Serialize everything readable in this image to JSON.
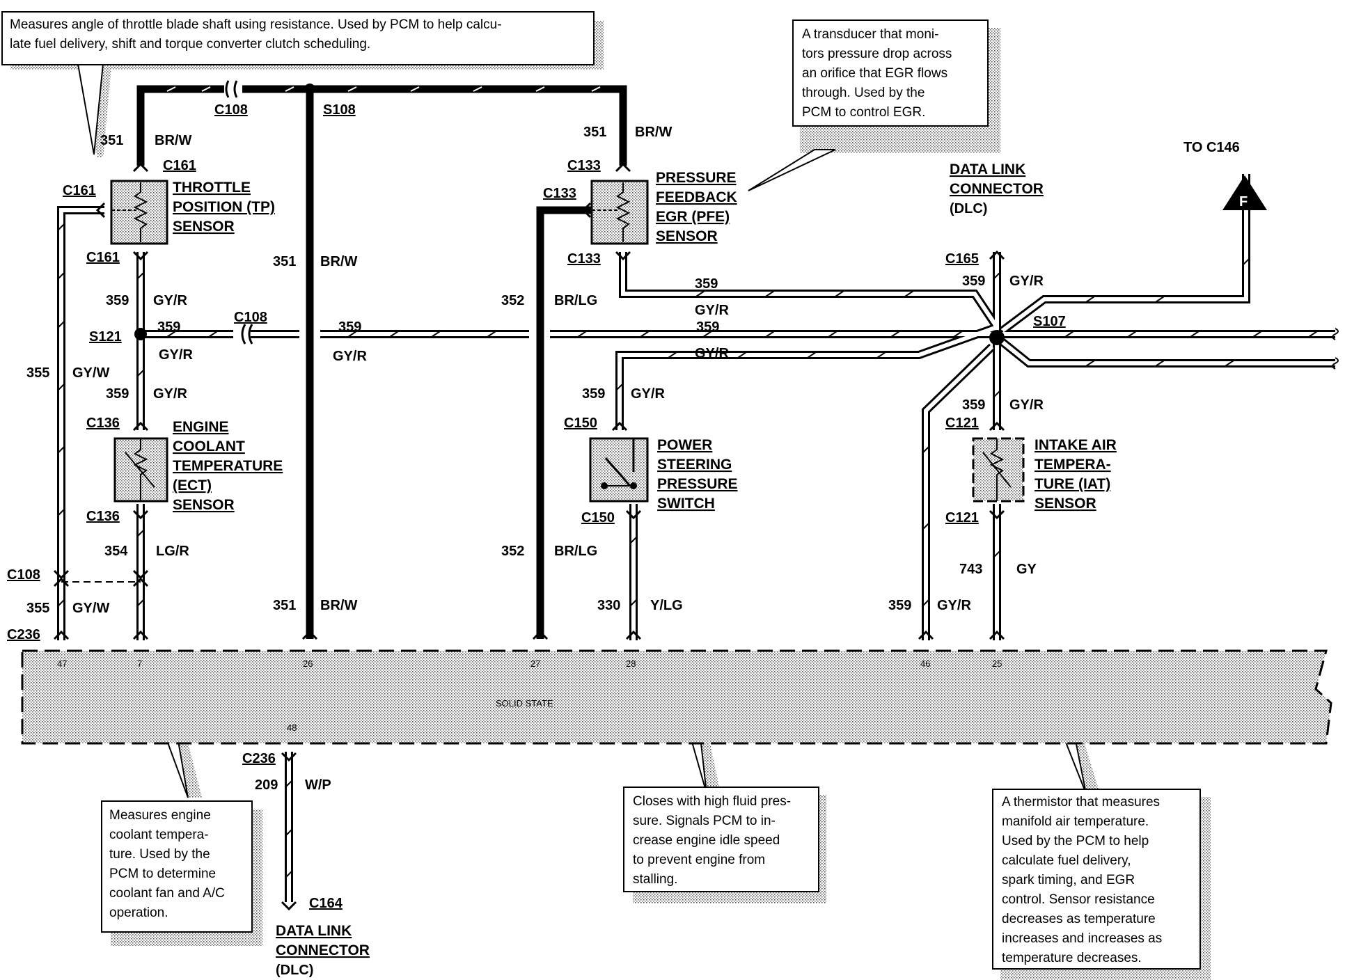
{
  "notes": {
    "tp": [
      "Measures angle of throttle blade shaft using resistance. Used by PCM to help calcu-",
      "late fuel delivery, shift and torque converter clutch scheduling."
    ],
    "pfe": [
      "A transducer that moni-",
      "tors pressure drop across",
      "an orifice that EGR flows",
      "through. Used by the",
      "PCM to control EGR."
    ],
    "ect": [
      "Measures engine",
      "coolant tempera-",
      "ture.  Used by the",
      "PCM to determine",
      "coolant fan and A/C",
      "operation."
    ],
    "pss": [
      "Closes with high fluid pres-",
      "sure.  Signals PCM to in-",
      "crease engine idle speed",
      "to prevent engine from",
      "stalling."
    ],
    "iat": [
      "A thermistor that measures",
      "manifold air temperature.",
      "Used by the PCM to help",
      "calculate fuel delivery,",
      "spark timing, and EGR",
      "control.  Sensor resistance",
      "decreases as temperature",
      "increases and increases as",
      "temperature decreases."
    ]
  },
  "components": {
    "tp": [
      "THROTTLE",
      "POSITION (TP)",
      "SENSOR"
    ],
    "pfe": [
      "PRESSURE",
      "FEEDBACK",
      "EGR (PFE)",
      "SENSOR"
    ],
    "ect": [
      "ENGINE",
      "COOLANT",
      "TEMPERATURE",
      "(ECT)",
      "SENSOR"
    ],
    "pss": [
      "POWER",
      "STEERING",
      "PRESSURE",
      "SWITCH"
    ],
    "iat": [
      "INTAKE AIR",
      "TEMPERA-",
      "TURE (IAT)",
      "SENSOR"
    ],
    "dlc_top": [
      "DATA LINK",
      "CONNECTOR",
      "(DLC)"
    ],
    "dlc_bottom": [
      "DATA LINK",
      "CONNECTOR",
      "(DLC)"
    ],
    "pcm": "SOLID STATE",
    "to_c146": "TO C146",
    "offpage": "F"
  },
  "connectors": {
    "c108_top": "C108",
    "s108": "S108",
    "c161_top": "C161",
    "c161_left": "C161",
    "c161_bot": "C161",
    "c133_top": "C133",
    "c133_left": "C133",
    "c133_bot": "C133",
    "c165": "C165",
    "s107": "S107",
    "s121": "S121",
    "c108_mid": "C108",
    "c136_top": "C136",
    "c136_bot": "C136",
    "c108_low": "C108",
    "c236_left": "C236",
    "c150_top": "C150",
    "c150_bot": "C150",
    "c121_top": "C121",
    "c121_bot": "C121",
    "c236_bot": "C236",
    "c164": "C164"
  },
  "wires": {
    "w351_tp": "351",
    "c351_tp": "BR/W",
    "w351_pfe": "351",
    "c351_pfe": "BR/W",
    "w351_mid": "351",
    "c351_mid": "BR/W",
    "w351_low": "351",
    "c351_low": "BR/W",
    "w359_tp": "359",
    "c359_tp": "GY/R",
    "w359_s121": "359",
    "c359_s121": "GY/R",
    "w359_ect": "359",
    "c359_ect": "GY/R",
    "w359_mid": "359",
    "c359_mid": "GY/R",
    "w359_pfe": "359",
    "c359_pfe": "GY/R",
    "w359_bus": "359",
    "c359_bus": "GY/R",
    "w359_dlc": "359",
    "c359_dlc": "GY/R",
    "w359_pss": "359",
    "c359_pss": "GY/R",
    "w359_iat": "359",
    "c359_iat": "GY/R",
    "w359_low": "359",
    "c359_low": "GY/R",
    "w355_up": "355",
    "c355_up": "GY/W",
    "w355_low": "355",
    "c355_low": "GY/W",
    "w352_up": "352",
    "c352_up": "BR/LG",
    "w352_low": "352",
    "c352_low": "BR/LG",
    "w354": "354",
    "c354": "LG/R",
    "w330": "330",
    "c330": "Y/LG",
    "w743": "743",
    "c743": "GY",
    "w209": "209",
    "c209": "W/P"
  },
  "pins": {
    "p47": "47",
    "p7": "7",
    "p26": "26",
    "p27": "27",
    "p28": "28",
    "p46": "46",
    "p25": "25",
    "p48": "48"
  }
}
